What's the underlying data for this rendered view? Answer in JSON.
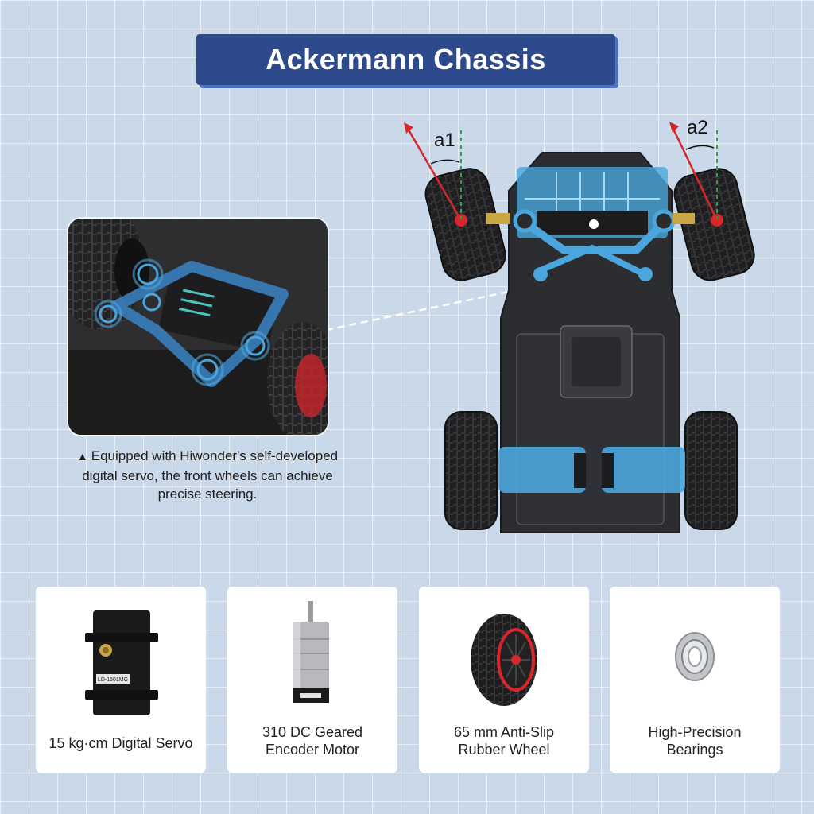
{
  "title": "Ackermann Chassis",
  "angle_labels": [
    "a1",
    "a2"
  ],
  "caption": {
    "marker": "▲",
    "text": "Equipped with Hiwonder's self-developed digital servo, the front wheels can achieve precise steering."
  },
  "components": [
    {
      "icon": "servo-icon",
      "label_lines": [
        "15 kg·cm Digital Servo"
      ],
      "servo_marking": "LD-1501MG"
    },
    {
      "icon": "motor-icon",
      "label_lines": [
        "310 DC Geared",
        "Encoder Motor"
      ]
    },
    {
      "icon": "wheel-icon",
      "label_lines": [
        "65 mm Anti-Slip",
        "Rubber Wheel"
      ]
    },
    {
      "icon": "bearing-icon",
      "label_lines": [
        "High-Precision",
        "Bearings"
      ]
    }
  ],
  "colors": {
    "banner": "#2c4a8c",
    "banner_shadow": "#4f73c0",
    "background": "#c9d9ea",
    "highlight_blue": "#4aa6dc",
    "arrow_red": "#d8262b",
    "guide_green": "#2fa24a"
  }
}
